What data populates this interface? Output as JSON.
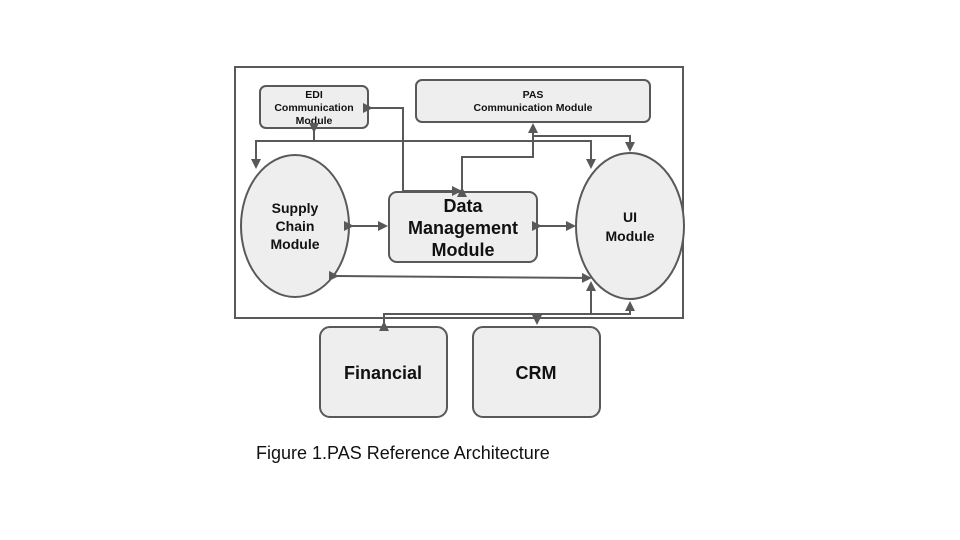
{
  "diagram": {
    "caption": "Figure 1.PAS Reference Architecture",
    "colors": {
      "stroke": "#595959",
      "fill": "#eeeeee",
      "text": "#111111"
    },
    "nodes": {
      "edi": {
        "lines": [
          "EDI",
          "Communication",
          "Module"
        ]
      },
      "pas": {
        "lines": [
          "PAS",
          "Communication Module"
        ]
      },
      "supply": {
        "lines": [
          "Supply",
          "Chain",
          "Module"
        ]
      },
      "dmm": {
        "lines": [
          "Data",
          "Management",
          "Module"
        ]
      },
      "ui": {
        "lines": [
          "UI",
          "Module"
        ]
      },
      "financial": {
        "lines": [
          "Financial"
        ]
      },
      "crm": {
        "lines": [
          "CRM"
        ]
      }
    },
    "connections": [
      {
        "from": "supply",
        "to": "dmm",
        "direction": "both"
      },
      {
        "from": "dmm",
        "to": "ui",
        "direction": "both"
      },
      {
        "from": "supply",
        "to": "ui",
        "direction": "both"
      },
      {
        "from": "dmm",
        "to": "edi",
        "direction": "both"
      },
      {
        "from": "dmm",
        "to": "pas",
        "direction": "both"
      },
      {
        "from": "pas",
        "to": "ui",
        "direction": "to"
      },
      {
        "from": "edi",
        "to": "supply",
        "direction": "both"
      },
      {
        "from": "edi",
        "to": "ui",
        "direction": "to"
      },
      {
        "from": "ui",
        "to": "financial",
        "direction": "both"
      },
      {
        "from": "ui",
        "to": "crm",
        "direction": "both"
      }
    ]
  }
}
